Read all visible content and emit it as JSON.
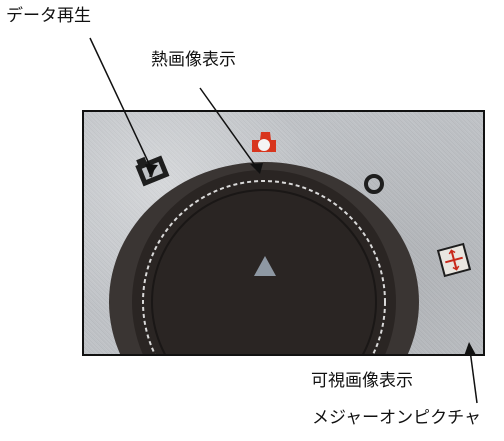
{
  "labels": {
    "data_playback": "データ再生",
    "thermal_display": "熱画像表示",
    "visible_display": "可視画像表示",
    "measure_on_picture": "メジャーオンピクチャ"
  },
  "colors": {
    "dial": "#2a2523",
    "thermal_icon": "#d8351d",
    "triangle": "#8e98a3"
  },
  "icons": [
    "data-playback-icon",
    "thermal-camera-icon",
    "visible-image-icon",
    "measure-on-picture-icon",
    "dial-pointer-triangle-icon"
  ]
}
